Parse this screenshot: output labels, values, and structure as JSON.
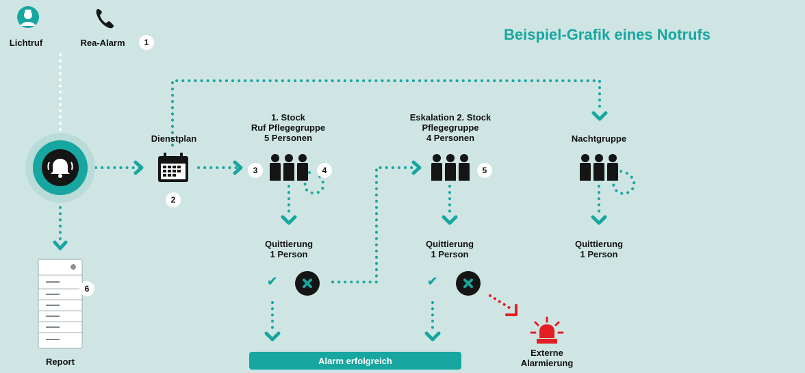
{
  "title": "Beispiel-Grafik eines Notrufs",
  "triggers": {
    "lichtruf": "Lichtruf",
    "rea_alarm": "Rea-Alarm"
  },
  "nodes": {
    "dienstplan": "Dienstplan",
    "stock1": {
      "line1": "1. Stock",
      "line2": "Ruf Pflegegruppe",
      "line3": "5 Personen"
    },
    "stock2": {
      "line1": "Eskalation 2. Stock",
      "line2": "Pflegegruppe",
      "line3": "4 Personen"
    },
    "nachtgruppe": "Nachtgruppe",
    "report": "Report"
  },
  "acknowledgements": [
    {
      "line1": "Quittierung",
      "line2": "1 Person"
    },
    {
      "line1": "Quittierung",
      "line2": "1 Person"
    },
    {
      "line1": "Quittierung",
      "line2": "1 Person"
    }
  ],
  "badges": [
    "1",
    "2",
    "3",
    "4",
    "5",
    "6"
  ],
  "success_label": "Alarm erfolgreich",
  "external": {
    "line1": "Externe",
    "line2": "Alarmierung"
  },
  "symbols": {
    "check": "✔"
  },
  "icons": [
    "nurse-icon",
    "phone-icon",
    "bell-icon",
    "calendar-icon",
    "people-group-icon",
    "report-server-icon",
    "x-circle-icon",
    "siren-icon"
  ],
  "colors": {
    "background": "#cfe5e3",
    "accent": "#17a6a0",
    "alarm": "#e31e24",
    "dark": "#151515"
  }
}
